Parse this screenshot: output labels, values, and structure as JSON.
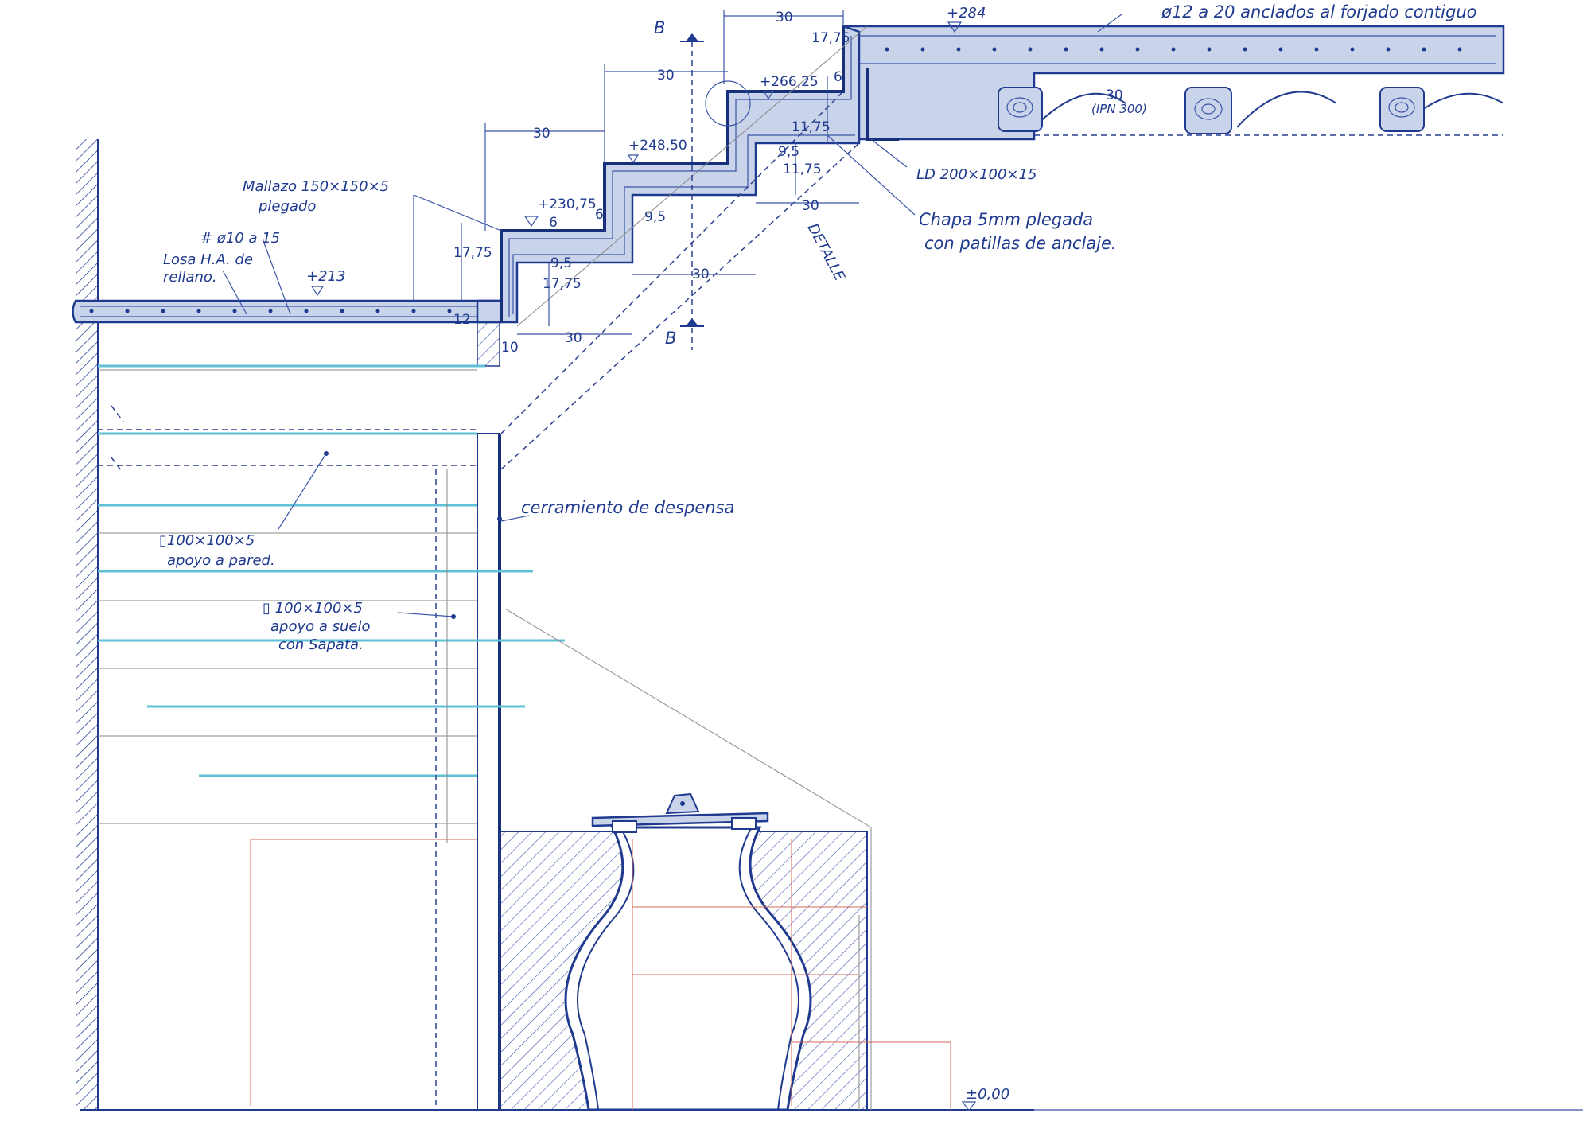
{
  "labels": {
    "bars_anchored": "ø12 a 20 anclados al forjado contiguo",
    "level_284": "+284",
    "level_26625": "+266,25",
    "level_24850": "+248,50",
    "level_23075": "+230,75",
    "level_213": "+213",
    "level_000": "±0,00",
    "ipn": "30\n(IPN 300)",
    "ld": "LD 200×100×15",
    "chapa_1": "Chapa 5mm plegada",
    "chapa_2": "con patillas de anclaje.",
    "detalle": "DETALLE",
    "mallazo_1": "Mallazo 150×150×5",
    "mallazo_2": "plegado",
    "rebar": "# ø10 a 15",
    "losa_1": "Losa H.A. de",
    "losa_2": "rellano.",
    "cerramiento": "cerramiento de despensa",
    "tube1_1": "▯100×100×5",
    "tube1_2": "apoyo a pared.",
    "tube2_1": "▯ 100×100×5",
    "tube2_2": "apoyo a suelo",
    "tube2_3": "con Sapata.",
    "section_b": "B"
  },
  "dimensions": {
    "d30_top": "30",
    "d30_a": "30",
    "d30_b": "30",
    "d30_c": "30",
    "d30_d": "30",
    "d30_e": "30",
    "d30_f": "30",
    "d1775_a": "17,75",
    "d1775_b": "17,75",
    "d1775_c": "17,75",
    "d1175_a": "11,75",
    "d1175_b": "11,75",
    "d6_a": "6",
    "d6_b": "6",
    "d6_c": "6",
    "d95_a": "9,5",
    "d95_b": "9,5",
    "d95_c": "9,5",
    "d12": "12",
    "d10": "10"
  }
}
